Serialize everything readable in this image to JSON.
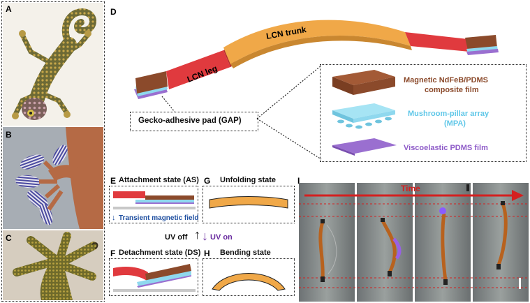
{
  "panels": {
    "a": "A",
    "b": "B",
    "c": "C",
    "d": "D",
    "e": "E",
    "f": "F",
    "g": "G",
    "h": "H",
    "i": "I"
  },
  "robot": {
    "leg_label": "LCN leg",
    "trunk_label": "LCN trunk",
    "gap_label": "Gecko-adhesive pad (GAP)"
  },
  "layers": {
    "magnetic_line1": "Magnetic NdFeB/PDMS",
    "magnetic_line2": "composite film",
    "mpa_line1": "Mushroom-pillar array",
    "mpa_line2": "(MPA)",
    "pdms": "Viscoelastic PDMS film"
  },
  "states": {
    "attachment": "Attachment state (AS)",
    "magnetic_field": "Transient magnetic field",
    "detachment": "Detachment state (DS)",
    "unfolding": "Unfolding state",
    "bending": "Bending state",
    "uv_off": "UV off",
    "uv_on": "UV on"
  },
  "timeline": {
    "label": "Time"
  },
  "colors": {
    "lcn_leg": "#e03a3e",
    "lcn_trunk": "#f0a848",
    "magnetic": "#8b4a2b",
    "mpa": "#8fd8ee",
    "pdms": "#9a6fd0",
    "mpa_text": "#5fc7e8",
    "pdms_text": "#8e5bc8",
    "magnetic_text": "#8b4a2b",
    "time_arrow": "#d42020",
    "uv_on_arrow": "#6a2ca0"
  }
}
